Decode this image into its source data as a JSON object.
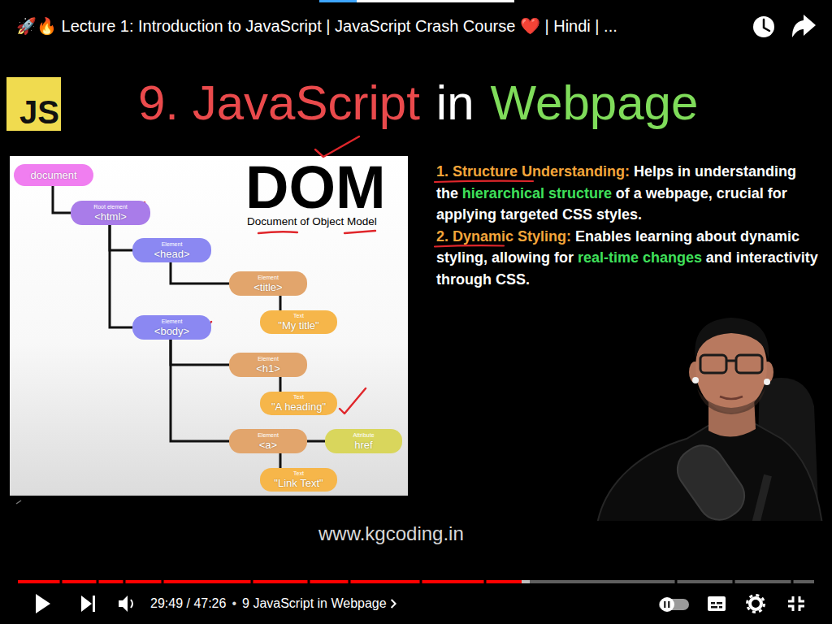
{
  "diagram": {
    "nodes": [
      {
        "text": [
          "document"
        ]
      },
      {
        "text": [
          "Root element",
          "<html>"
        ]
      },
      {
        "text": [
          "Element",
          "<head>"
        ]
      },
      {
        "text": [
          "Element",
          "<title>"
        ]
      },
      {
        "text": [
          "Text",
          "\"My title\""
        ]
      },
      {
        "text": [
          "Element",
          "<body>"
        ]
      },
      {
        "text": [
          "Element",
          "<h1>"
        ]
      },
      {
        "text": [
          "Text",
          "\"A heading\""
        ]
      },
      {
        "text": [
          "Element",
          "<a>"
        ]
      },
      {
        "text": [
          "Attribute",
          "href"
        ]
      },
      {
        "text": [
          "Text",
          "\"Link Text\""
        ]
      }
    ],
    "edges": [
      {
        "from": 0,
        "to": 1,
        "arrow": "none"
      },
      {
        "from": 1,
        "to": 2,
        "arrow": "none"
      },
      {
        "from": 1,
        "to": 5,
        "arrow": "none"
      },
      {
        "from": 2,
        "to": 3,
        "arrow": "none"
      },
      {
        "from": 3,
        "to": 4,
        "arrow": "none"
      },
      {
        "from": 5,
        "to": 6,
        "arrow": "none"
      },
      {
        "from": 6,
        "to": 7,
        "arrow": "none"
      },
      {
        "from": 5,
        "to": 8,
        "arrow": "none"
      },
      {
        "from": 8,
        "to": 9,
        "arrow": "none"
      },
      {
        "from": 8,
        "to": 10,
        "arrow": "none"
      }
    ],
    "labels": [
      "🚀🔥 Lecture 1: Introduction to JavaScript | JavaScript Crash Course ❤️ | Hindi | ...",
      "JS",
      "9. JavaScript",
      "in",
      "Webpage",
      "DOM",
      "Document of Object Model",
      "1. Structure Understanding:",
      "Helps in understanding the",
      "hierarchical structure",
      "of a webpage, crucial for applying targeted CSS styles.",
      "2. Dynamic Styling:",
      "Enables learning about dynamic styling, allowing for",
      "real-time changes",
      "and interactivity through CSS.",
      "www.kgcoding.in",
      "29:49 / 47:26",
      "•",
      "9 JavaScript in Webpage"
    ]
  }
}
